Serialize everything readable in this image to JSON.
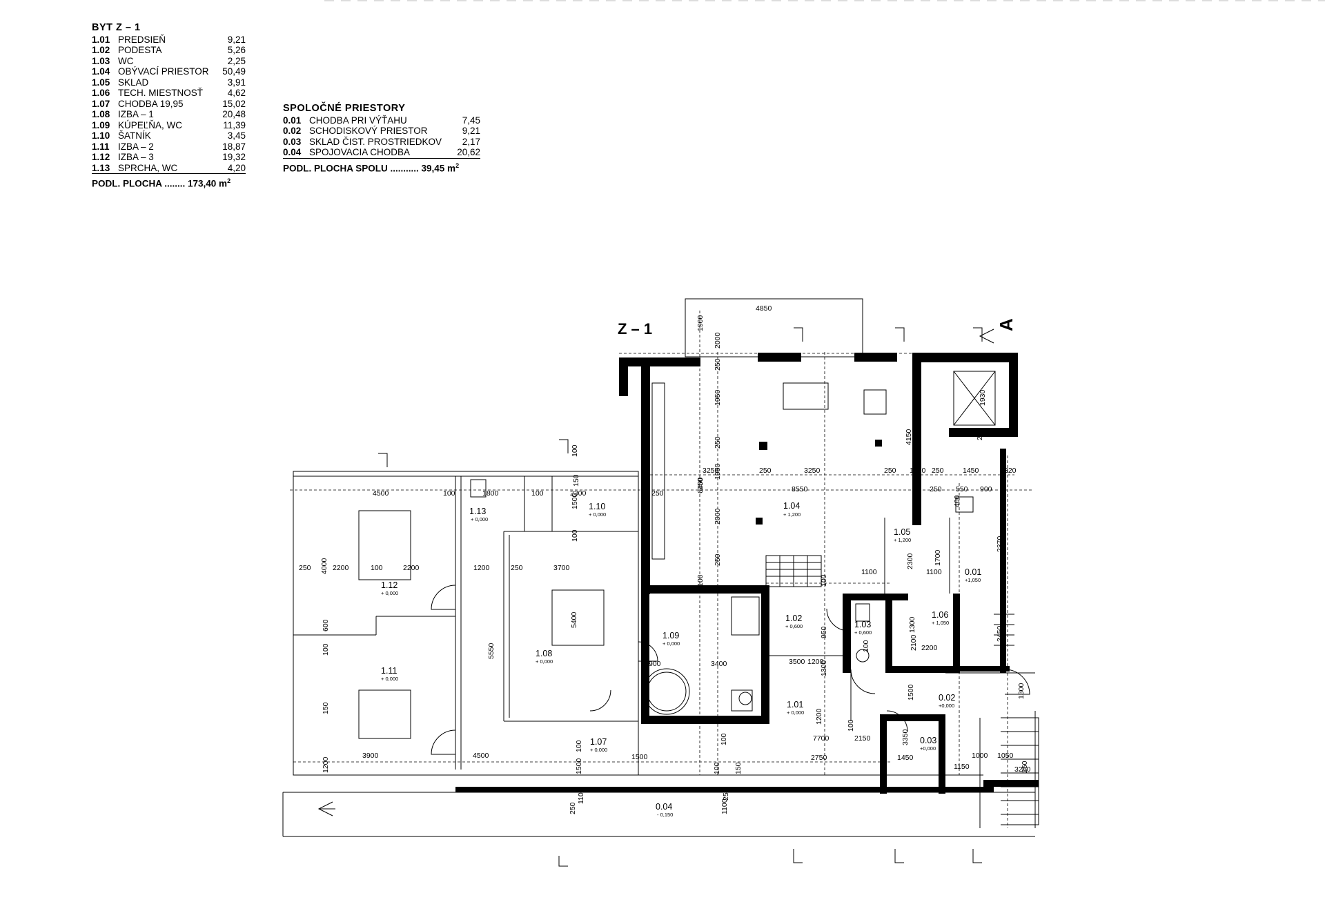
{
  "apartment_legend": {
    "title": "BYT  Z – 1",
    "rooms": [
      {
        "code": "1.01",
        "name": "PREDSIEŇ",
        "area": "9,21"
      },
      {
        "code": "1.02",
        "name": "PODESTA",
        "area": "5,26"
      },
      {
        "code": "1.03",
        "name": "WC",
        "area": "2,25"
      },
      {
        "code": "1.04",
        "name": "OBÝVACÍ PRIESTOR",
        "area": "50,49"
      },
      {
        "code": "1.05",
        "name": "SKLAD",
        "area": "3,91"
      },
      {
        "code": "1.06",
        "name": "TECH. MIESTNOSŤ",
        "area": "4,62"
      },
      {
        "code": "1.07",
        "name": "CHODBA 19,95",
        "area": "15,02"
      },
      {
        "code": "1.08",
        "name": "IZBA – 1",
        "area": "20,48"
      },
      {
        "code": "1.09",
        "name": "KÚPEĽŇA, WC",
        "area": "11,39"
      },
      {
        "code": "1.10",
        "name": "ŠATNÍK",
        "area": "3,45"
      },
      {
        "code": "1.11",
        "name": "IZBA – 2",
        "area": "18,87"
      },
      {
        "code": "1.12",
        "name": "IZBA – 3",
        "area": "19,32"
      },
      {
        "code": "1.13",
        "name": "SPRCHA, WC",
        "area": "4,20"
      }
    ],
    "total_label": "PODL. PLOCHA ........ 173,40 m",
    "total_sup": "2"
  },
  "common_legend": {
    "title": "SPOLOČNÉ PRIESTORY",
    "rooms": [
      {
        "code": "0.01",
        "name": "CHODBA PRI VÝŤAHU",
        "area": "7,45"
      },
      {
        "code": "0.02",
        "name": "SCHODISKOVÝ PRIESTOR",
        "area": "9,21"
      },
      {
        "code": "0.03",
        "name": "SKLAD ČIST. PROSTRIEDKOV",
        "area": "2,17"
      },
      {
        "code": "0.04",
        "name": "SPOJOVACIA  CHODBA",
        "area": "20,62"
      }
    ],
    "total_label": "PODL. PLOCHA SPOLU ........... 39,45 m",
    "total_sup": "2"
  },
  "plan_labels": {
    "unit_label": "Z – 1",
    "section_marker": "A",
    "rooms": [
      {
        "id": "1.04",
        "level": "+ 1,200"
      },
      {
        "id": "1.05",
        "level": "+ 1,200"
      },
      {
        "id": "1.13",
        "level": "+ 0,000"
      },
      {
        "id": "1.10",
        "level": "+ 0,000"
      },
      {
        "id": "1.12",
        "level": "+ 0,000"
      },
      {
        "id": "1.08",
        "level": "+ 0,000"
      },
      {
        "id": "1.09",
        "level": "+ 0,000"
      },
      {
        "id": "1.02",
        "level": "+ 0,600"
      },
      {
        "id": "1.03",
        "level": "+ 0,600"
      },
      {
        "id": "1.06",
        "level": "+ 1,050"
      },
      {
        "id": "0.01",
        "level": "+1,050"
      },
      {
        "id": "1.11",
        "level": "+ 0,000"
      },
      {
        "id": "1.01",
        "level": "+ 0,000"
      },
      {
        "id": "0.02",
        "level": "+0,000"
      },
      {
        "id": "1.07",
        "level": "+ 0,000"
      },
      {
        "id": "0.03",
        "level": "+0,000"
      },
      {
        "id": "0.04",
        "level": "- 0,150"
      }
    ],
    "dimensions": [
      "4850",
      "1900",
      "2000",
      "250",
      "1950",
      "250",
      "1950",
      "250",
      "2000",
      "250",
      "6400",
      "100",
      "4150",
      "1930",
      "250",
      "3250",
      "250",
      "3250",
      "250",
      "1550",
      "250",
      "1450",
      "320",
      "250",
      "550",
      "900",
      "8550",
      "400",
      "2370",
      "4500",
      "100",
      "1800",
      "100",
      "2300",
      "1500",
      "250",
      "150",
      "100",
      "100",
      "250",
      "4000",
      "2200",
      "100",
      "2200",
      "1200",
      "250",
      "3700",
      "1100",
      "1100",
      "1700",
      "2300",
      "100",
      "1300",
      "2100",
      "2200",
      "2450",
      "600",
      "100",
      "5400",
      "5550",
      "3400",
      "3500",
      "1200",
      "950",
      "1300",
      "900",
      "100",
      "150",
      "3900",
      "4500",
      "1200",
      "100",
      "1500",
      "7700",
      "2150",
      "1200",
      "2750",
      "3350",
      "1450",
      "1500",
      "1300",
      "1000",
      "1050",
      "1150",
      "250",
      "3200",
      "250",
      "1100",
      "1100",
      "250",
      "1500",
      "100",
      "150",
      "100",
      "100",
      "1100"
    ]
  }
}
